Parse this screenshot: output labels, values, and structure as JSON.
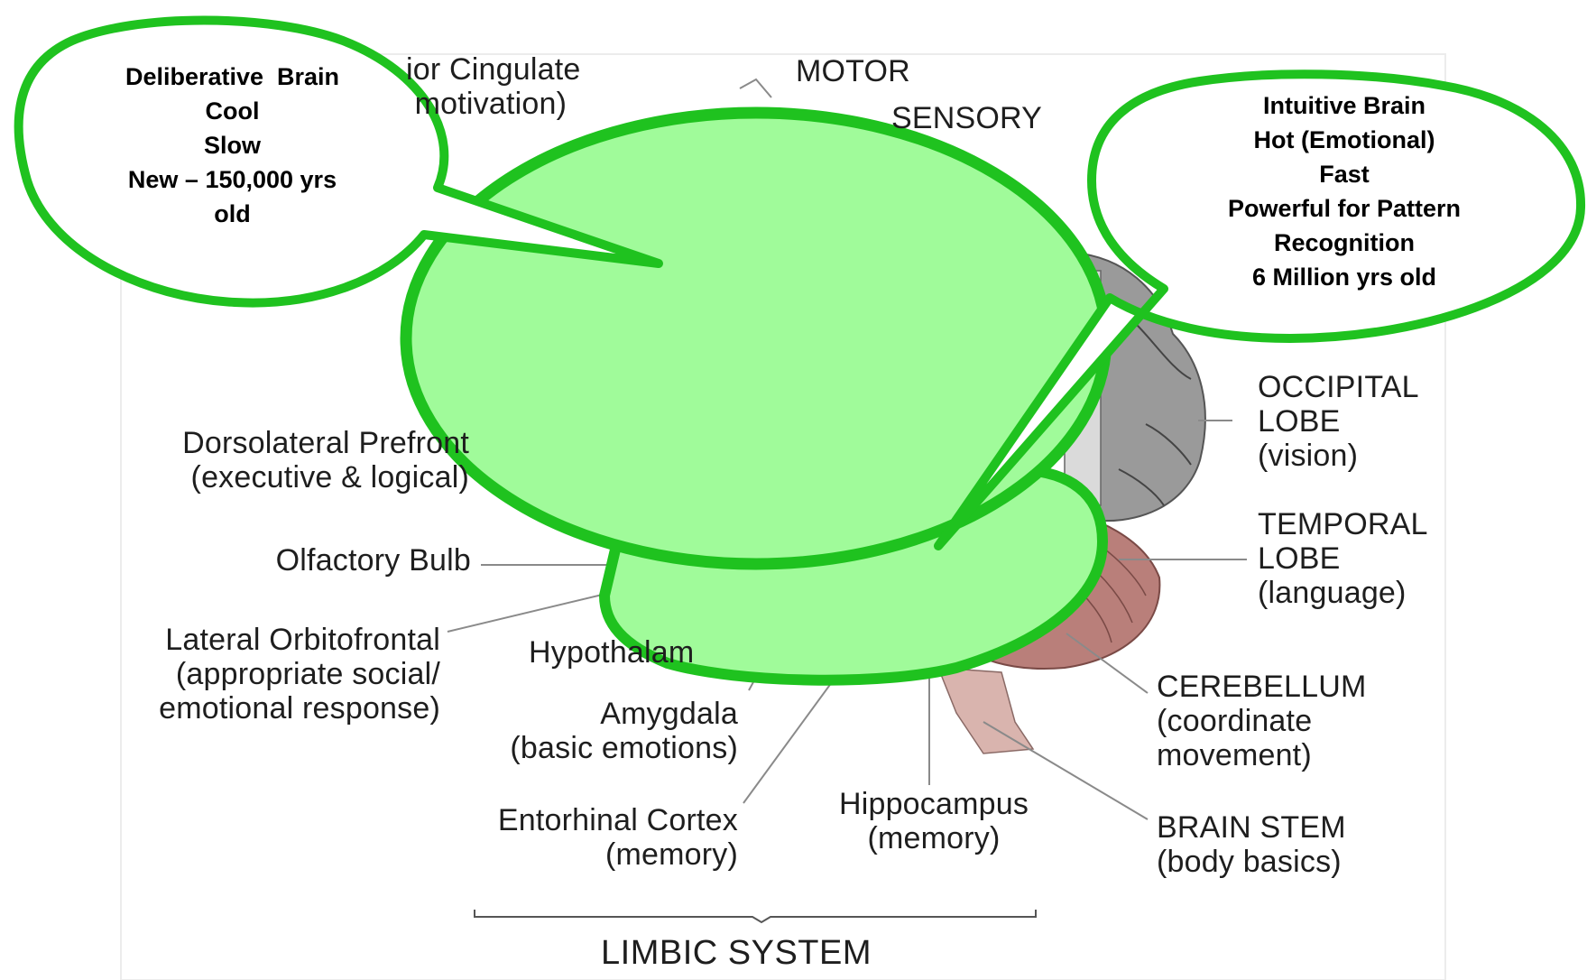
{
  "labels": {
    "anterior_cingulate": "ior Cingulate\n motivation)",
    "motor": "MOTOR",
    "sensory": "SENSORY",
    "dorsolateral": "Dorsolateral Prefront\n(executive & logical)",
    "olfactory": "Olfactory Bulb",
    "lateral_orbitofrontal": "Lateral Orbitofrontal\n(appropriate social/\nemotional response)",
    "hypothalamus": "Hypothalam",
    "amygdala": "Amygdala\n(basic emotions)",
    "entorhinal": "Entorhinal Cortex\n(memory)",
    "hippocampus": "Hippocampus\n(memory)",
    "occipital": "OCCIPITAL\nLOBE\n(vision)",
    "temporal": "TEMPORAL\nLOBE\n(language)",
    "cerebellum": "CEREBELLUM\n(coordinate\nmovement)",
    "brain_stem": "BRAIN STEM\n(body basics)",
    "limbic_system": "LIMBIC SYSTEM"
  },
  "callouts": {
    "deliberative": "Deliberative  Brain\nCool\nSlow\nNew – 150,000 yrs\nold",
    "intuitive": "Intuitive Brain\nHot (Emotional)\nFast\nPowerful for Pattern\nRecognition\n6 Million yrs old"
  },
  "colors": {
    "bubble_fill": "#ffffff",
    "bubble_stroke": "#1fc21f",
    "blob_fill": "#a0fb9a",
    "brain_gray": "#9a9a9a",
    "cerebellum_pink": "#b97f7a",
    "label_text": "#1e1e1e",
    "leader_line": "#8a8a8a"
  }
}
